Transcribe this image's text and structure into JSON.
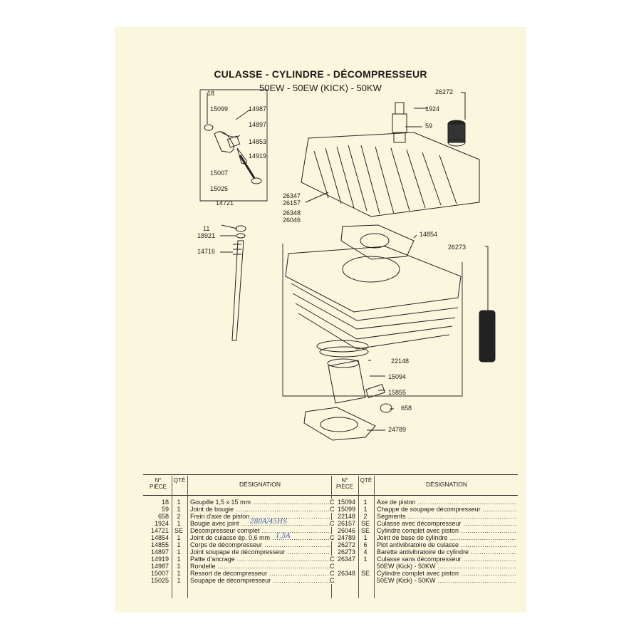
{
  "header": {
    "title": "CULASSE - CYLINDRE - DÉCOMPRESSEUR",
    "subtitle": "50EW - 50EW (KICK) - 50KW"
  },
  "callouts": {
    "c18": "18",
    "c15099": "15099",
    "c14987": "14987",
    "c14897": "14897",
    "c14853": "14853",
    "c14919": "14919",
    "c15007": "15007",
    "c15025": "15025",
    "c14721": "14721",
    "c11": "11",
    "c18921": "18921",
    "c14716": "14716",
    "c26272": "26272",
    "c1924": "1924",
    "c59": "59",
    "c26347": "26347",
    "c26157": "26157",
    "c26348": "26348",
    "c26046": "26046",
    "c14854": "14854",
    "c26273": "26273",
    "c22148": "22148",
    "c15094": "15094",
    "c15855": "15855",
    "c658": "658",
    "c24789": "24789"
  },
  "table": {
    "headers": {
      "num": "N°\nPIÈCE",
      "qte": "QTÉ",
      "designation": "DÉSIGNATION"
    },
    "left": [
      {
        "num": "18",
        "qte": "1",
        "des": "Goupille 1,5 x 15 mm",
        "suffix": "C"
      },
      {
        "num": "59",
        "qte": "1",
        "des": "Joint de bougie",
        "suffix": "C"
      },
      {
        "num": "658",
        "qte": "2",
        "des": "Frein d'axe de piston",
        "suffix": ""
      },
      {
        "num": "1924",
        "qte": "1",
        "des": "Bougie avec joint",
        "suffix": "C"
      },
      {
        "num": "14721",
        "qte": "SE",
        "des": "Décompresseur complet",
        "suffix": ""
      },
      {
        "num": "14854",
        "qte": "1",
        "des": "Joint de culasse ép. 0,6 mm",
        "suffix": "C"
      },
      {
        "num": "14855",
        "qte": "1",
        "des": "Corps de décompresseur",
        "suffix": ""
      },
      {
        "num": "14897",
        "qte": "1",
        "des": "Joint soupape de décompresseur",
        "suffix": ""
      },
      {
        "num": "14919",
        "qte": "1",
        "des": "Patte d'ancrage",
        "suffix": "C"
      },
      {
        "num": "14987",
        "qte": "1",
        "des": "Rondelle",
        "suffix": "C"
      },
      {
        "num": "15007",
        "qte": "1",
        "des": "Ressort de décompresseur",
        "suffix": "C"
      },
      {
        "num": "15025",
        "qte": "1",
        "des": "Soupape de décompresseur",
        "suffix": "C"
      }
    ],
    "right": [
      {
        "num": "15094",
        "qte": "1",
        "des": "Axe de piston",
        "suffix": ""
      },
      {
        "num": "15099",
        "qte": "1",
        "des": "Chappe de soupape décompresseur",
        "suffix": ""
      },
      {
        "num": "22148",
        "qte": "2",
        "des": "Segments",
        "suffix": ""
      },
      {
        "num": "26157",
        "qte": "SE",
        "des": "Culasse avec décompresseur",
        "suffix": ""
      },
      {
        "num": "26046",
        "qte": "SE",
        "des": "Cylindre complet avec piston",
        "suffix": ""
      },
      {
        "num": "24789",
        "qte": "1",
        "des": "Joint de base de cylindre",
        "suffix": ""
      },
      {
        "num": "26272",
        "qte": "6",
        "des": "Plot antivibratoire de culasse",
        "suffix": ""
      },
      {
        "num": "26273",
        "qte": "4",
        "des": "Barette antivibratoire de cylindre",
        "suffix": ""
      },
      {
        "num": "26347",
        "qte": "1",
        "des": "Culasse sans décompresseur",
        "suffix": ""
      },
      {
        "num": "",
        "qte": "",
        "des": "50EW (Kick) - 50KW",
        "suffix": ""
      },
      {
        "num": "26348",
        "qte": "SE",
        "des": "Cylindre complet avec piston",
        "suffix": ""
      },
      {
        "num": "",
        "qte": "",
        "des": "50EW (Kick) - 50KW",
        "suffix": ""
      }
    ],
    "handwritten": {
      "spark_plug_note": "280A/45HS",
      "gasket_note": "1,5A"
    }
  }
}
